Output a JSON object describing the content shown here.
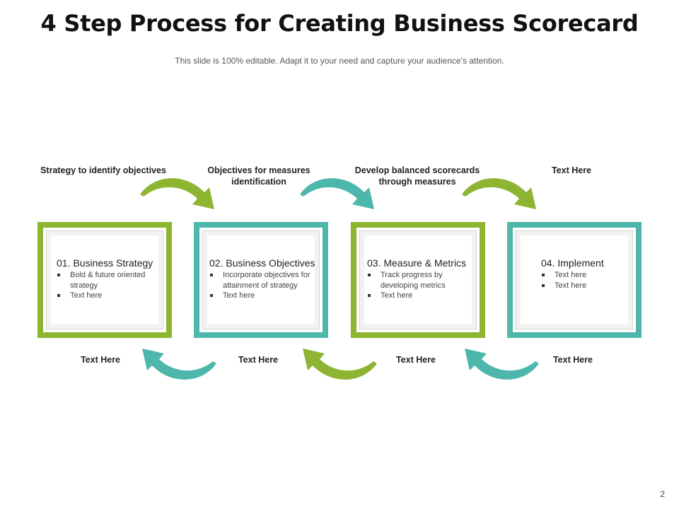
{
  "slide": {
    "title": "4 Step Process for Creating Business Scorecard",
    "subtitle": "This slide is 100% editable. Adapt it to your need and capture your audience’s attention.",
    "page_number": "2"
  },
  "colors": {
    "green": "#8db532",
    "teal": "#4db7ab"
  },
  "top_labels": [
    "Strategy to identify objectives",
    "Objectives for measures identification",
    "Develop balanced scorecards through measures",
    "Text Here"
  ],
  "bottom_labels": [
    "Text Here",
    "Text Here",
    "Text Here",
    "Text Here"
  ],
  "steps": [
    {
      "title": "01. Business Strategy",
      "border_color": "green",
      "bullets": [
        "Bold & future oriented strategy",
        "Text here"
      ]
    },
    {
      "title": "02. Business Objectives",
      "border_color": "teal",
      "bullets": [
        "Incorporate objectives for attainment of strategy",
        "Text here"
      ]
    },
    {
      "title": "03. Measure & Metrics",
      "border_color": "green",
      "bullets": [
        "Track progress by developing metrics",
        "Text here"
      ]
    },
    {
      "title": "04. Implement",
      "border_color": "teal",
      "bullets": [
        "Text here",
        "Text here"
      ]
    }
  ],
  "arrows": {
    "top": [
      "green",
      "teal",
      "green"
    ],
    "bottom": [
      "teal",
      "green",
      "teal"
    ]
  }
}
